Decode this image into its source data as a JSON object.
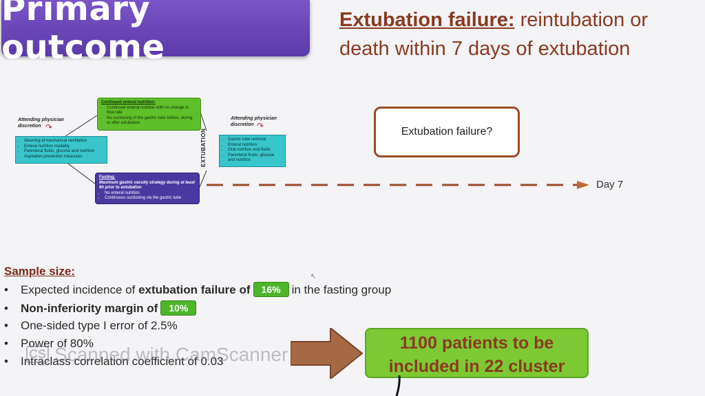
{
  "title": "Primary outcome",
  "definition": {
    "term": "Extubation failure:",
    "line1_rest": " reintubation or",
    "line2": "death within 7 days of extubation"
  },
  "diagram": {
    "attending_left": "Attending physician discretion",
    "attending_right": "Attending physician discretion",
    "left_box_items": [
      "Weaning of mechanical ventilation",
      "Enteral nutrition modality",
      "Parenteral fluids, glucose and nutrition",
      "Aspiration prevention measures"
    ],
    "green_box": {
      "head": "Continued enteral nutrition:",
      "items": [
        "Continued enteral nutrition with no change in flow rate",
        "No suctioning of the gastric tube before, during or after extubation"
      ]
    },
    "purple_box": {
      "head": "Fasting:",
      "subhead": "Maximum gastric vacuity strategy during at least 6h prior to extubation",
      "items": [
        "No enteral nutrition",
        "Continuous suctioning via the gastric tube"
      ]
    },
    "extubation_label": "EXTUBATION",
    "right_box_items": [
      "Gastric tube removal",
      "Enteral nutrition",
      "Oral nutrition and fluids",
      "Parenteral fluids, glucose and nutrition"
    ],
    "failure_question": "Extubation failure?",
    "day_label": "Day 7"
  },
  "sample_size": {
    "heading": "Sample size:",
    "b1_pre": "Expected incidence of ",
    "b1_bold": "extubation failure of",
    "b1_pill": "16%",
    "b1_post": "in the fasting group",
    "b2_bold": "Non-inferiority margin of",
    "b2_pill": "10%",
    "b3": "One-sided type I error of 2.5%",
    "b4": "Power of 80%",
    "b5": "Intraclass correlation coefficient of 0.03"
  },
  "result": {
    "line1": "1100 patients to be",
    "line2": "included in 22 cluster"
  },
  "watermark": {
    "icon": "CS",
    "text": "Scanned with CamScanner"
  },
  "colors": {
    "title_bg": "#5a3aa8",
    "accent_brown": "#8a3a20",
    "green": "#4db52a",
    "cyan": "#38c6cc"
  }
}
